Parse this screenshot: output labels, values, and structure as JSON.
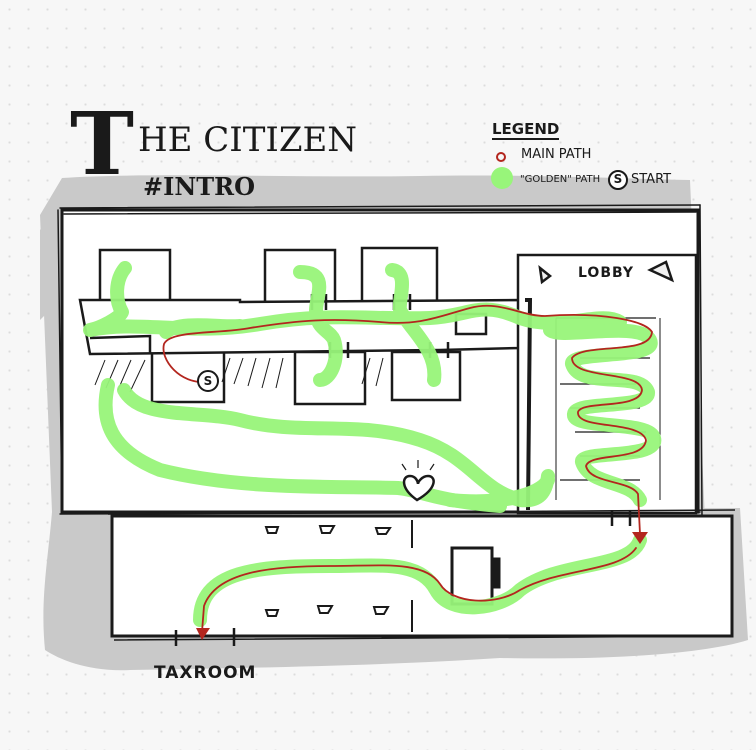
{
  "map_title_initial": "T",
  "map_title_rest": "HE CITIZEN",
  "map_subtitle": "#INTRO",
  "legend": {
    "title": "LEGEND",
    "main_path_label": "MAIN PATH",
    "golden_path_label": "\"GOLDEN\" PATH",
    "start_label": "START",
    "start_symbol": "S"
  },
  "rooms": {
    "lobby": "LOBBY",
    "taxroom": "TAXROOM"
  },
  "colors": {
    "background": "#f7f7f7",
    "shadow": "#c9c9c9",
    "main_path": "#b3261e",
    "golden_path": "#98f57a",
    "ink": "#1a1a1a"
  },
  "icons": [
    "heart-icon",
    "start-marker-icon",
    "arrow-down-icon"
  ]
}
